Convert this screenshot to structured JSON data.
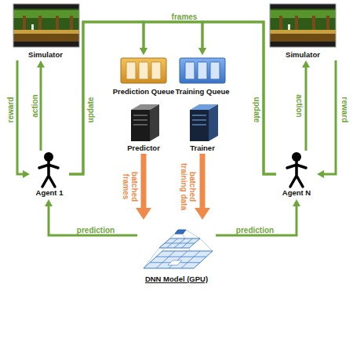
{
  "diagram": {
    "nodes": [
      {
        "text": [
          "Simulator"
        ]
      },
      {
        "text": [
          "Simulator"
        ]
      },
      {
        "text": [
          "Prediction Queue"
        ]
      },
      {
        "text": [
          "Training Queue"
        ]
      },
      {
        "text": [
          "Predictor"
        ]
      },
      {
        "text": [
          "Trainer"
        ]
      },
      {
        "text": [
          "Agent 1"
        ]
      },
      {
        "text": [
          "Agent N"
        ]
      },
      {
        "text": [
          "DNN Model (GPU)"
        ]
      }
    ],
    "edges": [
      {
        "from": 0,
        "to": 6,
        "label": "reward",
        "arrow": "to"
      },
      {
        "from": 6,
        "to": 0,
        "label": "action",
        "arrow": "to"
      },
      {
        "from": 6,
        "to": 2,
        "label": "update",
        "arrow": "to"
      },
      {
        "from": 6,
        "to": 3,
        "arrow": "to"
      },
      {
        "from": 7,
        "to": 2,
        "label": "update",
        "arrow": "to"
      },
      {
        "from": 7,
        "to": 3,
        "arrow": "to"
      },
      {
        "from": 7,
        "to": 1,
        "label": "action",
        "arrow": "to"
      },
      {
        "from": 1,
        "to": 7,
        "label": "reward",
        "arrow": "to"
      },
      {
        "from": 4,
        "to": 8,
        "label": "batched frames",
        "arrow": "to"
      },
      {
        "from": 5,
        "to": 8,
        "label": "batched training data",
        "arrow": "to"
      },
      {
        "from": 8,
        "to": 6,
        "label": "prediction",
        "arrow": "to"
      },
      {
        "from": 8,
        "to": 7,
        "label": "prediction",
        "arrow": "to"
      }
    ],
    "labels": [
      "frames"
    ]
  }
}
